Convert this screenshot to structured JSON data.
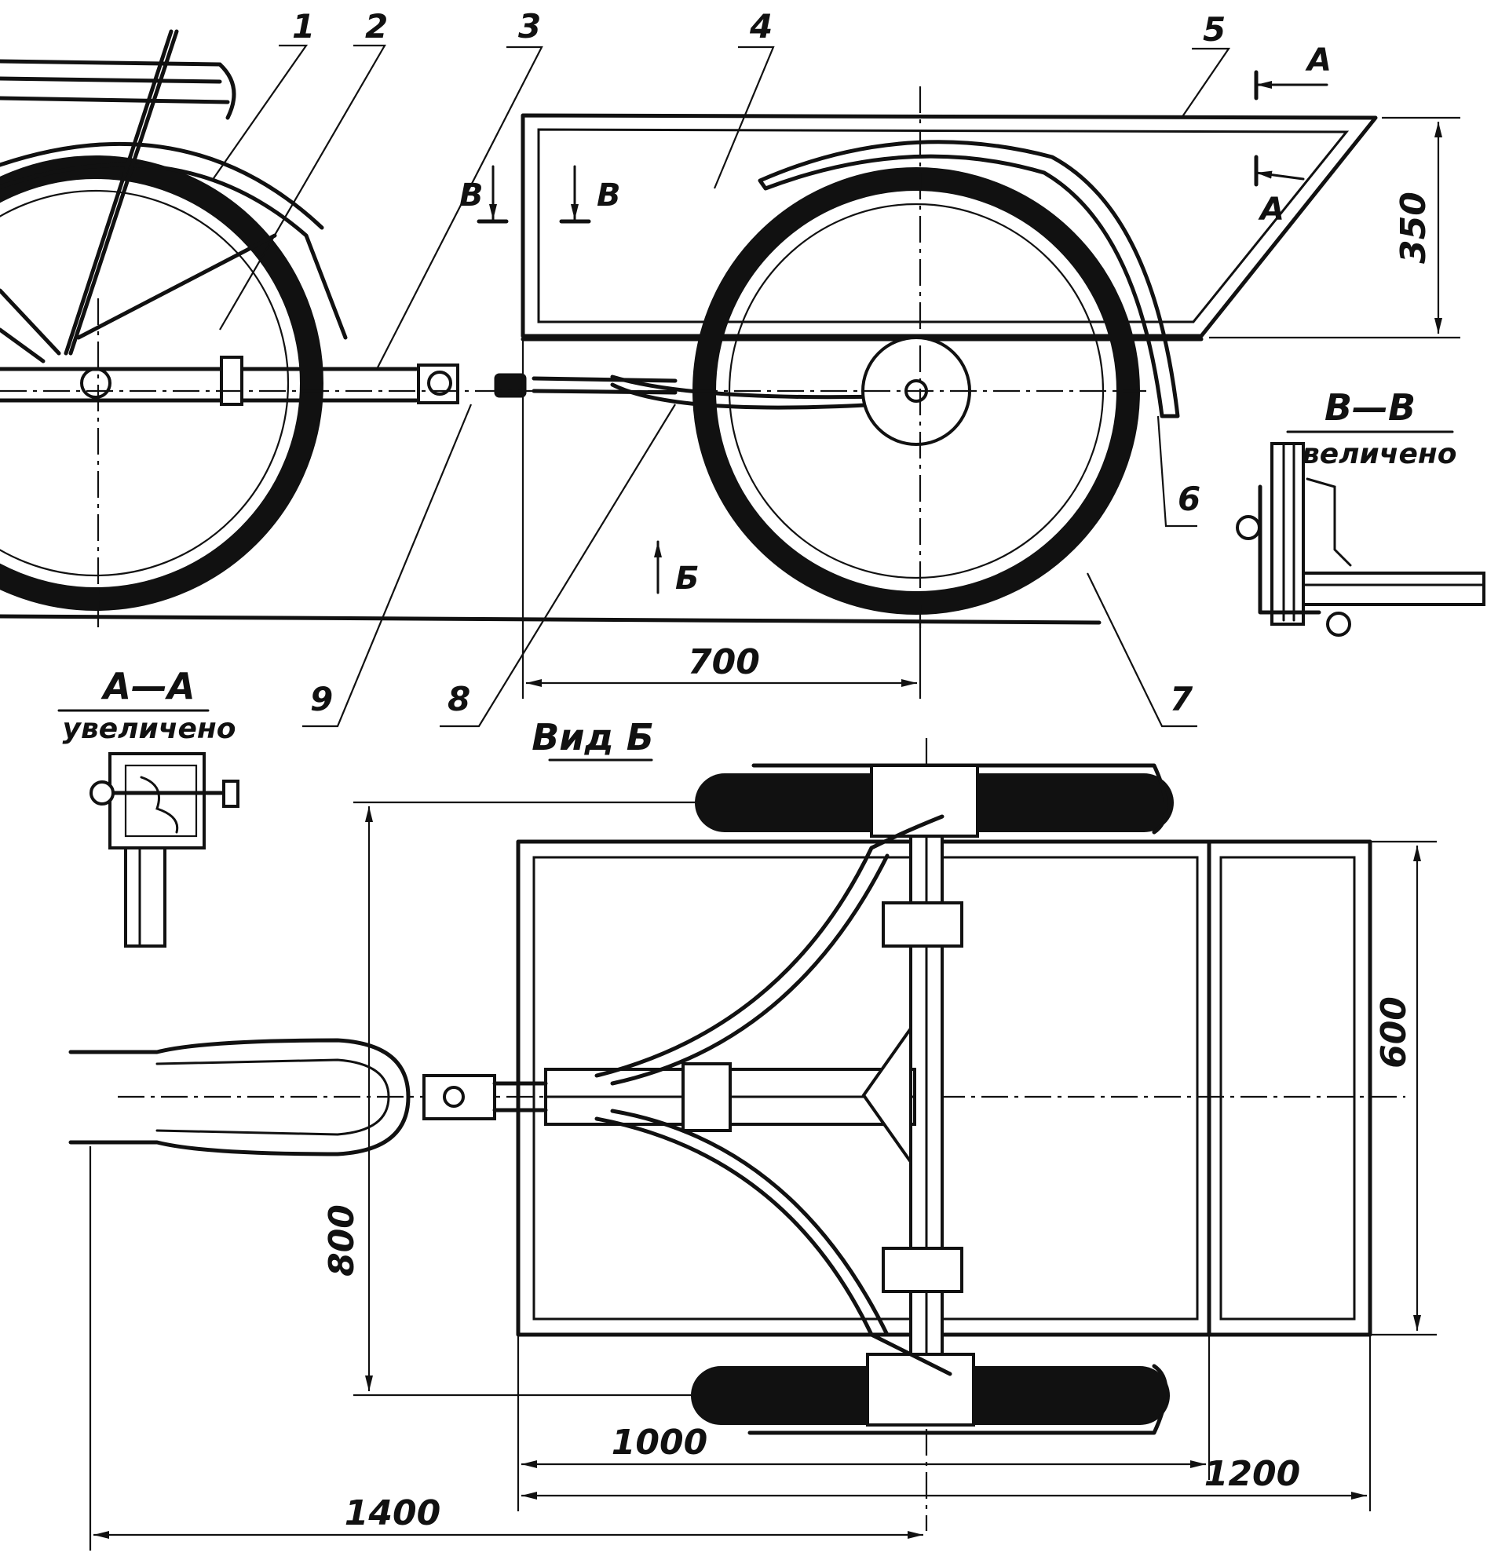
{
  "part_numbers": [
    "1",
    "2",
    "3",
    "4",
    "5",
    "6",
    "7",
    "8",
    "9"
  ],
  "dimensions": {
    "wheelbase_half": "700",
    "box_height": "350",
    "box_width": "600",
    "track": "800",
    "box_length": "1000",
    "overall_box": "1200",
    "overall_length": "1400"
  },
  "section_marks": {
    "a": "А",
    "b": "Б",
    "v": "В"
  },
  "sections": {
    "aa_title": "А—А",
    "aa_subtitle": "увеличено",
    "vv_title": "В—В",
    "vv_subtitle": "увеличено",
    "view_b": "Вид Б"
  }
}
